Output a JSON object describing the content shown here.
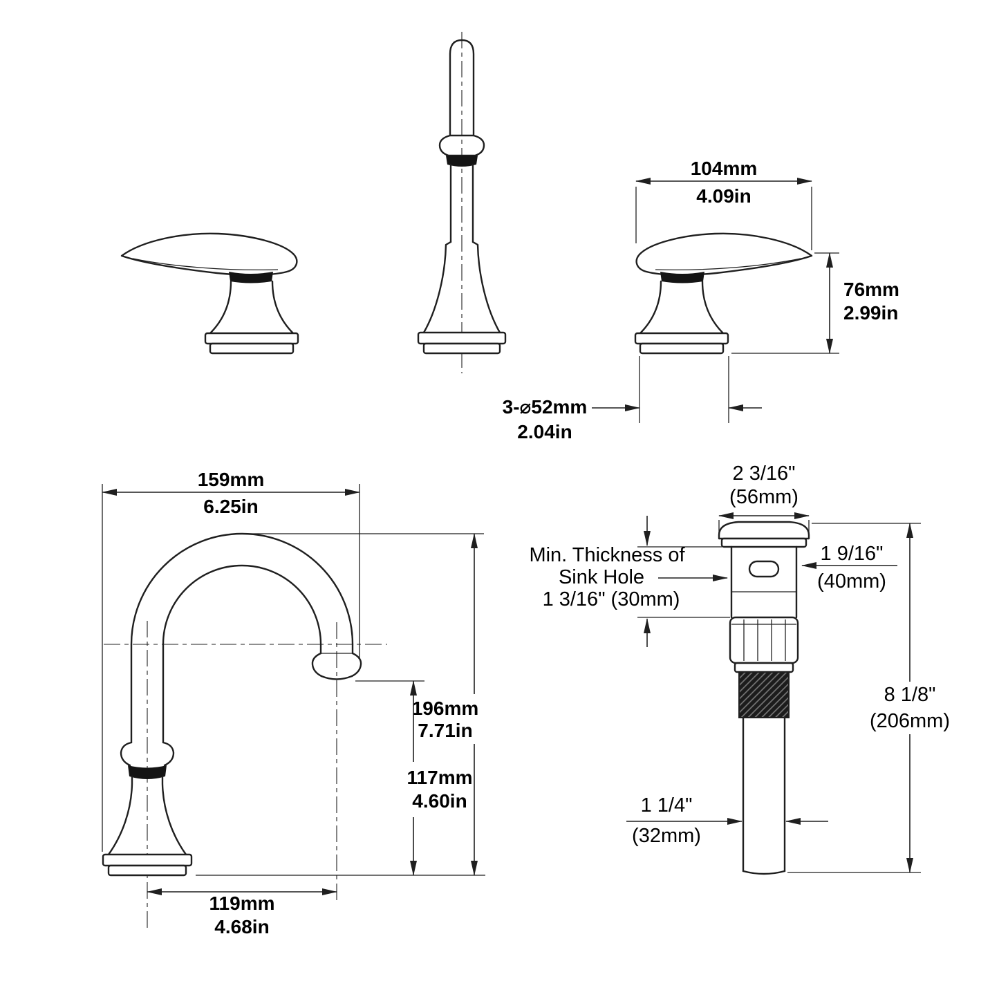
{
  "handle": {
    "width": {
      "mm": "104mm",
      "in": "4.09in"
    },
    "height": {
      "mm": "76mm",
      "in": "2.99in"
    }
  },
  "holes": {
    "mm": "3-⌀52mm",
    "in": "2.04in"
  },
  "spout": {
    "reach_top": {
      "mm": "159mm",
      "in": "6.25in"
    },
    "height": {
      "mm": "196mm",
      "in": "7.71in"
    },
    "outlet_height": {
      "mm": "117mm",
      "in": "4.60in"
    },
    "reach_bottom": {
      "mm": "119mm",
      "in": "4.68in"
    }
  },
  "drain": {
    "cap_diameter": {
      "in": "2 3/16\"",
      "mm": "(56mm)"
    },
    "body_diameter": {
      "in": "1 9/16\"",
      "mm": "(40mm)"
    },
    "overall_length": {
      "in": "8 1/8\"",
      "mm": "(206mm)"
    },
    "tube_diameter": {
      "in": "1 1/4\"",
      "mm": "(32mm)"
    },
    "sink_thickness": {
      "line1": "Min. Thickness of",
      "line2": "Sink Hole",
      "line3": "1 3/16\" (30mm)"
    }
  }
}
